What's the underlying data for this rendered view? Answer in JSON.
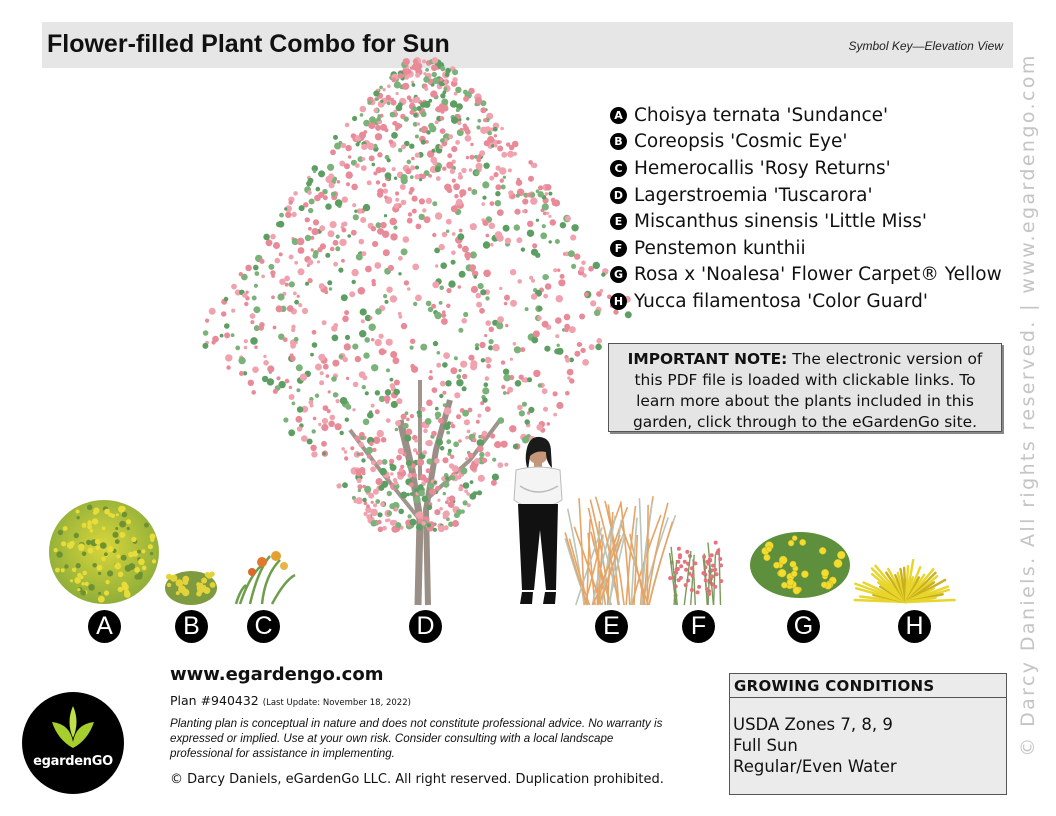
{
  "header": {
    "title": "Flower-filled Plant Combo for Sun",
    "subtitle": "Symbol Key—Elevation View"
  },
  "sidebar": {
    "text": "© Darcy Daniels. All rights reserved.  |  www.egardengo.com"
  },
  "legend": [
    {
      "letter": "A",
      "name": "Choisya ternata 'Sundance'"
    },
    {
      "letter": "B",
      "name": "Coreopsis 'Cosmic Eye'"
    },
    {
      "letter": "C",
      "name": "Hemerocallis 'Rosy Returns'"
    },
    {
      "letter": "D",
      "name": "Lagerstroemia 'Tuscarora'"
    },
    {
      "letter": "E",
      "name": "Miscanthus sinensis 'Little Miss'"
    },
    {
      "letter": "F",
      "name": "Penstemon kunthii"
    },
    {
      "letter": "G",
      "name": "Rosa x 'Noalesa' Flower Carpet® Yellow"
    },
    {
      "letter": "H",
      "name": "Yucca filamentosa 'Color Guard'"
    }
  ],
  "note": {
    "heading": "IMPORTANT NOTE:",
    "body": "The electronic version of this PDF file is loaded with clickable links. To learn more about the plants included in this garden, click through to the eGardenGo site."
  },
  "elevation_labels": [
    "A",
    "B",
    "C",
    "D",
    "E",
    "F",
    "G",
    "H"
  ],
  "footer": {
    "url": "www.egardengo.com",
    "plan": "Plan #940432",
    "last_update": "(Last Update: November 18, 2022)",
    "disclaimer": "Planting plan is conceptual in nature and does not constitute professional advice. No warranty is expressed or implied. Use at your own risk. Consider consulting with a local landscape professional for assistance in implementing.",
    "copyright": "© Darcy Daniels, eGardenGo LLC. All right reserved. Duplication prohibited."
  },
  "conditions": {
    "heading": "GROWING CONDITIONS",
    "lines": [
      "USDA Zones 7, 8, 9",
      "Full Sun",
      "Regular/Even Water"
    ]
  },
  "logo": {
    "text": "egardenGO"
  },
  "colors": {
    "title_bar": "#e6e6e6",
    "tree_pink": "#e88a98",
    "tree_leaf": "#5d9e62",
    "yellow_flowers": "#e3d23a",
    "logo_leaf": "#a6cf2e"
  }
}
